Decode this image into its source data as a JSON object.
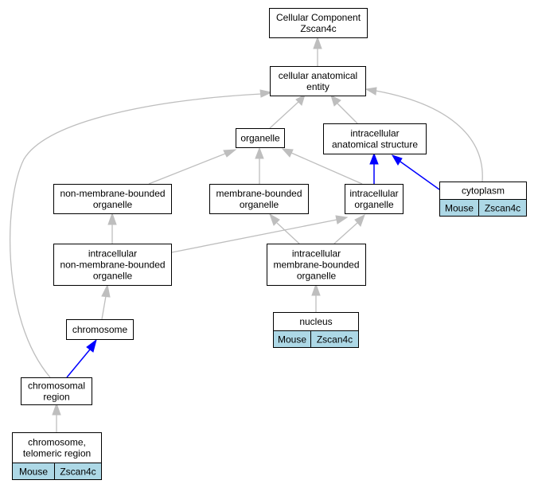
{
  "nodes": {
    "root": {
      "lines": [
        "Cellular Component",
        "Zscan4c"
      ]
    },
    "cae": {
      "lines": [
        "cellular anatomical",
        "entity"
      ]
    },
    "organelle": {
      "lines": [
        "organelle"
      ]
    },
    "ias": {
      "lines": [
        "intracellular",
        "anatomical structure"
      ]
    },
    "nmbo": {
      "lines": [
        "non-membrane-bounded",
        "organelle"
      ]
    },
    "mbo": {
      "lines": [
        "membrane-bounded",
        "organelle"
      ]
    },
    "io": {
      "lines": [
        "intracellular",
        "organelle"
      ]
    },
    "cyto": {
      "lines": [
        "cytoplasm"
      ],
      "tags": [
        "Mouse",
        "Zscan4c"
      ]
    },
    "inmbo": {
      "lines": [
        "intracellular",
        "non-membrane-bounded",
        "organelle"
      ]
    },
    "imbo": {
      "lines": [
        "intracellular",
        "membrane-bounded",
        "organelle"
      ]
    },
    "chrom": {
      "lines": [
        "chromosome"
      ]
    },
    "nucleus": {
      "lines": [
        "nucleus"
      ],
      "tags": [
        "Mouse",
        "Zscan4c"
      ]
    },
    "chromreg": {
      "lines": [
        "chromosomal",
        "region"
      ]
    },
    "telo": {
      "lines": [
        "chromosome,",
        "telomeric region"
      ],
      "tags": [
        "Mouse",
        "Zscan4c"
      ]
    }
  },
  "colors": {
    "is_a_edge": "#bebebe",
    "part_of_edge": "#0000ff",
    "annotation_tag": "#add8e6"
  }
}
